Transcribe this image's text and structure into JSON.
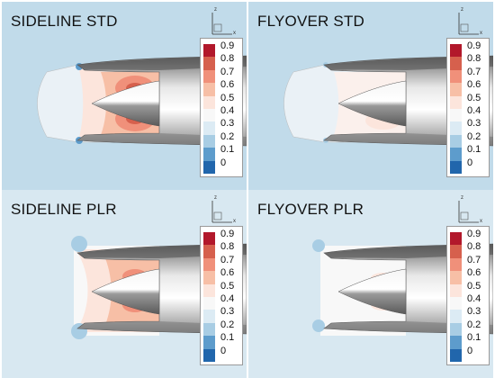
{
  "panels": [
    {
      "title": "SIDELINE STD",
      "background": "#c1dbea",
      "variant": "sideline-std"
    },
    {
      "title": "FLYOVER STD",
      "background": "#c1dbea",
      "variant": "flyover-std"
    },
    {
      "title": "SIDELINE PLR",
      "background": "#d8e8f1",
      "variant": "sideline-plr"
    },
    {
      "title": "FLYOVER PLR",
      "background": "#d8e8f1",
      "variant": "flyover-plr"
    }
  ],
  "legend": {
    "levels": [
      {
        "label": "0.9",
        "color": "#b2182b"
      },
      {
        "label": "0.8",
        "color": "#d6604d"
      },
      {
        "label": "0.7",
        "color": "#f0907a"
      },
      {
        "label": "0.6",
        "color": "#f7bfa6"
      },
      {
        "label": "0.5",
        "color": "#fce5dc"
      },
      {
        "label": "0.4",
        "color": "#f8f8f8"
      },
      {
        "label": "0.3",
        "color": "#dcebf4"
      },
      {
        "label": "0.2",
        "color": "#a8cde4"
      },
      {
        "label": "0.1",
        "color": "#5d9ccc"
      },
      {
        "label": "0",
        "color": "#2166ac"
      }
    ]
  },
  "axes": {
    "z_label": "z",
    "x_label": "x"
  }
}
